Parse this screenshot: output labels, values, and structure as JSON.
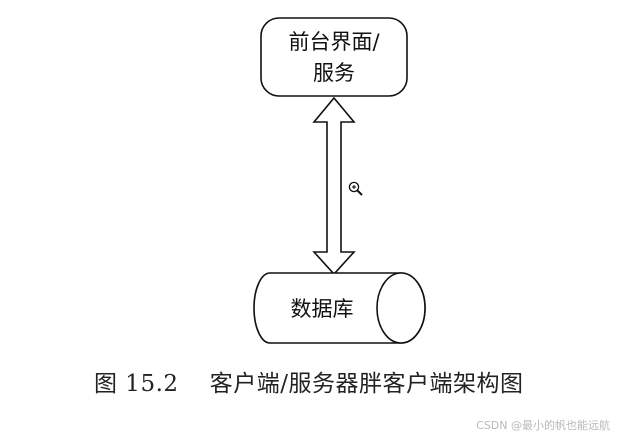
{
  "diagram": {
    "front_node": {
      "line1": "前台界面/",
      "line2": "服务"
    },
    "database_node": {
      "label": "数据库"
    },
    "cursor_icon": "zoom-in-magnifier-icon"
  },
  "caption": {
    "text": "图 15.2    客户端/服务器胖客户端架构图"
  },
  "watermark": {
    "text": "CSDN @最小的帆也能远航"
  },
  "colors": {
    "stroke": "#111111",
    "background": "#ffffff",
    "watermark": "#b8b8b8"
  }
}
